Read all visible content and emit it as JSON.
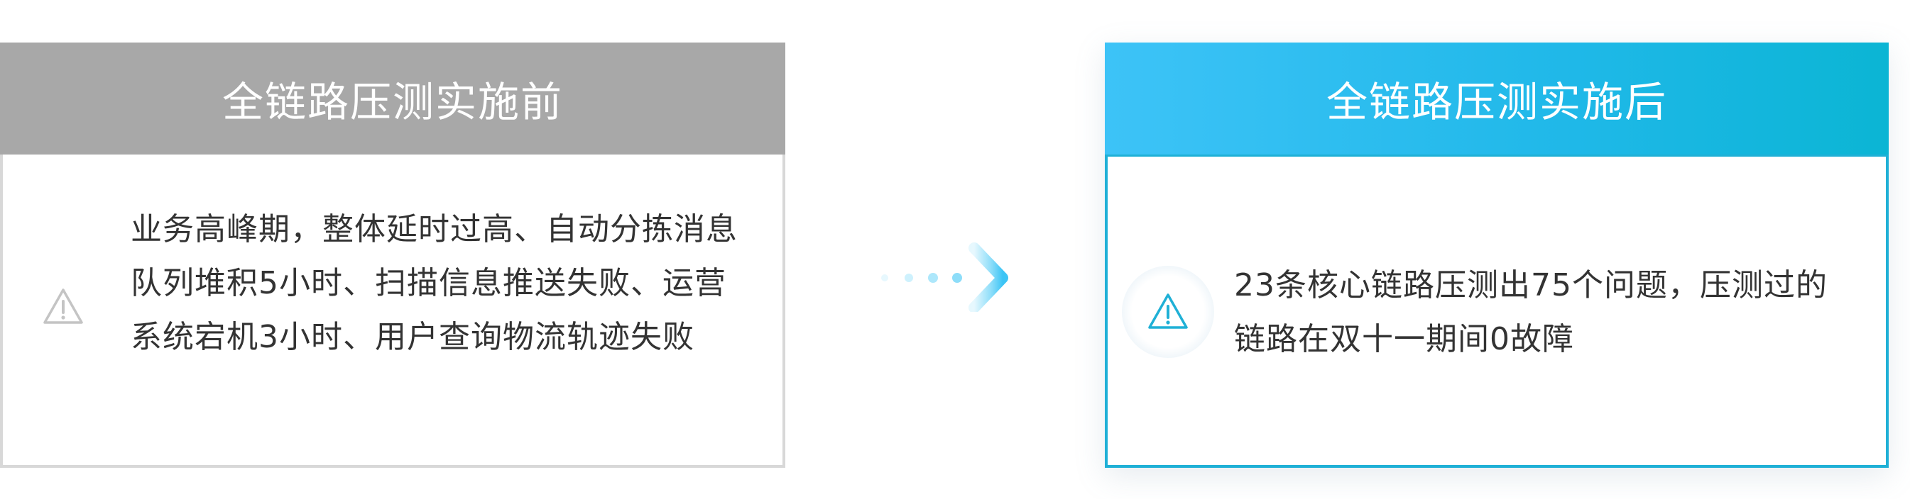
{
  "before": {
    "title": "全链路压测实施前",
    "body": "业务高峰期，整体延时过高、自动分拣消息队列堆积5小时、扫描信息推送失败、运营系统宕机3小时、用户查询物流轨迹失败",
    "icon": "warning-icon",
    "header_color": "#a8a8a8",
    "border_color": "#d8d8d8",
    "icon_color": "#c4c4c4"
  },
  "after": {
    "title": "全链路压测实施后",
    "body": "23条核心链路压测出75个问题，压测过的链路在双十一期间0故障",
    "icon": "warning-icon",
    "header_color": "#2dbdf0",
    "border_color": "#1fb0d6",
    "icon_color": "#1fb0d6"
  },
  "transition": {
    "icon": "arrow-right-icon",
    "color": "#5ccff7"
  }
}
